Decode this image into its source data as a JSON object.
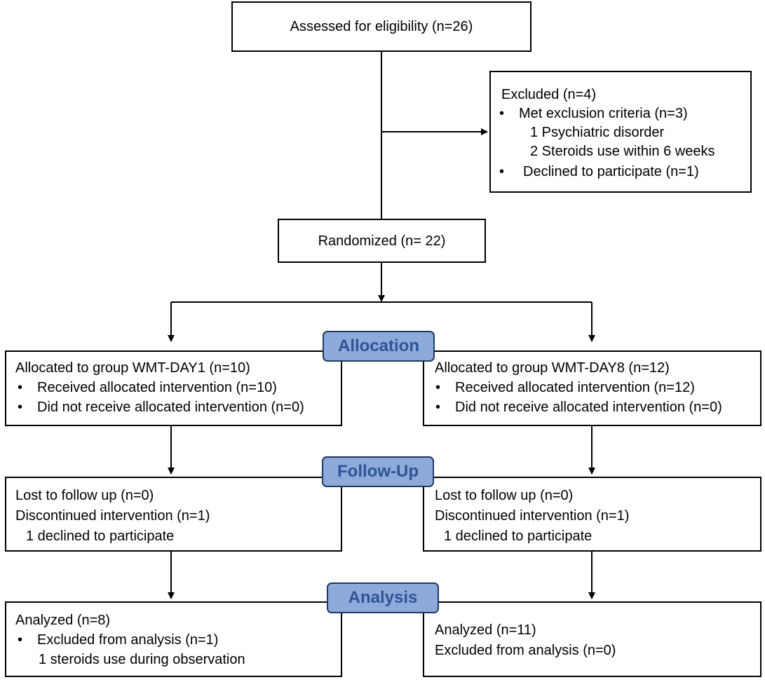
{
  "screening": {
    "assessed": "Assessed for eligibility (n=26)"
  },
  "excluded": {
    "title": "Excluded (n=4)",
    "items": [
      {
        "bullet": "•",
        "text": "Met exclusion criteria (n=3)"
      },
      {
        "text": "1 Psychiatric disorder"
      },
      {
        "text": "2 Steroids use within 6 weeks"
      },
      {
        "bullet": "•",
        "text": "Declined to participate (n=1)"
      }
    ]
  },
  "randomized": "Randomized (n= 22)",
  "stages": {
    "allocation": "Allocation",
    "follow_up": "Follow-Up",
    "analysis": "Analysis"
  },
  "left": {
    "allocation": {
      "title": "Allocated to group WMT-DAY1 (n=10)",
      "items": [
        {
          "bullet": "•",
          "text": "Received allocated intervention (n=10)"
        },
        {
          "bullet": "•",
          "text": "Did not receive allocated intervention (n=0)"
        }
      ]
    },
    "follow_up": {
      "lines": [
        "Lost to follow up (n=0)",
        "Discontinued intervention (n=1)",
        "1 declined to participate"
      ]
    },
    "analysis": {
      "title": "Analyzed (n=8)",
      "items": [
        {
          "bullet": "•",
          "text": "Excluded from analysis (n=1)"
        },
        {
          "text": "1 steroids use during observation"
        }
      ]
    }
  },
  "right": {
    "allocation": {
      "title": "Allocated to group WMT-DAY8 (n=12)",
      "items": [
        {
          "bullet": "•",
          "text": "Received allocated intervention (n=12)"
        },
        {
          "bullet": "•",
          "text": "Did not receive allocated intervention (n=0)"
        }
      ]
    },
    "follow_up": {
      "lines": [
        "Lost to follow up (n=0)",
        "Discontinued intervention (n=1)",
        "1 declined to participate"
      ]
    },
    "analysis": {
      "lines": [
        "Analyzed (n=11)",
        "Excluded from analysis (n=0)"
      ]
    }
  }
}
